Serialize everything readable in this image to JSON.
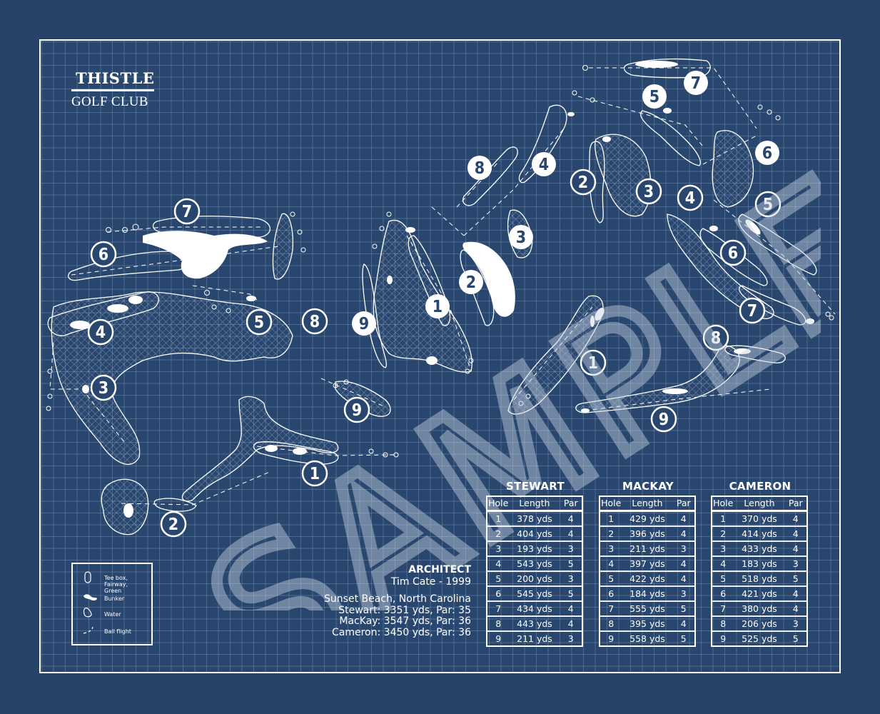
{
  "club": {
    "name": "THISTLE",
    "subtitle": "GOLF CLUB"
  },
  "colors": {
    "background": "#27436a",
    "paper": "#29466e",
    "ink": "#ffffff",
    "grid": "#aac3e6"
  },
  "watermark": "SAMPLE",
  "legend": {
    "items": [
      {
        "icon": "tee-fairway-green-icon",
        "label_line1": "Tee box, Fairway,",
        "label_line2": "Green"
      },
      {
        "icon": "bunker-icon",
        "label_line1": "Bunker"
      },
      {
        "icon": "water-icon",
        "label_line1": "Water"
      },
      {
        "icon": "ball-flight-icon",
        "label_line1": "Ball flight"
      }
    ]
  },
  "info": {
    "architect_heading": "ARCHITECT",
    "architect_value": "Tim Cate  -  1999",
    "location": "Sunset Beach, North Carolina",
    "summaries": [
      "Stewart: 3351 yds, Par: 35",
      "MacKay: 3547 yds, Par: 36",
      "Cameron: 3450 yds, Par: 36"
    ]
  },
  "courses": [
    {
      "name": "STEWART",
      "headers": {
        "hole": "Hole",
        "length": "Length",
        "par": "Par"
      },
      "rows": [
        {
          "hole": "1",
          "length": "378 yds",
          "par": "4"
        },
        {
          "hole": "2",
          "length": "404 yds",
          "par": "4"
        },
        {
          "hole": "3",
          "length": "193 yds",
          "par": "3"
        },
        {
          "hole": "4",
          "length": "543 yds",
          "par": "5"
        },
        {
          "hole": "5",
          "length": "200 yds",
          "par": "3"
        },
        {
          "hole": "6",
          "length": "545 yds",
          "par": "5"
        },
        {
          "hole": "7",
          "length": "434 yds",
          "par": "4"
        },
        {
          "hole": "8",
          "length": "443 yds",
          "par": "4"
        },
        {
          "hole": "9",
          "length": "211 yds",
          "par": "3"
        }
      ]
    },
    {
      "name": "MACKAY",
      "headers": {
        "hole": "Hole",
        "length": "Length",
        "par": "Par"
      },
      "rows": [
        {
          "hole": "1",
          "length": "429 yds",
          "par": "4"
        },
        {
          "hole": "2",
          "length": "396 yds",
          "par": "4"
        },
        {
          "hole": "3",
          "length": "211 yds",
          "par": "3"
        },
        {
          "hole": "4",
          "length": "397 yds",
          "par": "4"
        },
        {
          "hole": "5",
          "length": "422 yds",
          "par": "4"
        },
        {
          "hole": "6",
          "length": "184 yds",
          "par": "3"
        },
        {
          "hole": "7",
          "length": "555 yds",
          "par": "5"
        },
        {
          "hole": "8",
          "length": "395 yds",
          "par": "4"
        },
        {
          "hole": "9",
          "length": "558 yds",
          "par": "5"
        }
      ]
    },
    {
      "name": "CAMERON",
      "headers": {
        "hole": "Hole",
        "length": "Length",
        "par": "Par"
      },
      "rows": [
        {
          "hole": "1",
          "length": "370 yds",
          "par": "4"
        },
        {
          "hole": "2",
          "length": "414 yds",
          "par": "4"
        },
        {
          "hole": "3",
          "length": "433 yds",
          "par": "4"
        },
        {
          "hole": "4",
          "length": "183 yds",
          "par": "3"
        },
        {
          "hole": "5",
          "length": "518 yds",
          "par": "5"
        },
        {
          "hole": "6",
          "length": "421 yds",
          "par": "4"
        },
        {
          "hole": "7",
          "length": "380 yds",
          "par": "4"
        },
        {
          "hole": "8",
          "length": "206 yds",
          "par": "3"
        },
        {
          "hole": "9",
          "length": "525 yds",
          "par": "5"
        }
      ]
    }
  ],
  "hole_markers": [
    {
      "id": "w7",
      "number": "7",
      "style": "outline"
    },
    {
      "id": "w6",
      "number": "6",
      "style": "outline"
    },
    {
      "id": "w4",
      "number": "4",
      "style": "outline"
    },
    {
      "id": "w5",
      "number": "5",
      "style": "outline"
    },
    {
      "id": "w8",
      "number": "8",
      "style": "outline"
    },
    {
      "id": "w3",
      "number": "3",
      "style": "outline"
    },
    {
      "id": "w9",
      "number": "9",
      "style": "outline"
    },
    {
      "id": "w1",
      "number": "1",
      "style": "outline"
    },
    {
      "id": "w2",
      "number": "2",
      "style": "outline"
    },
    {
      "id": "c9",
      "number": "9",
      "style": "filled"
    },
    {
      "id": "c1",
      "number": "1",
      "style": "filled"
    },
    {
      "id": "c2",
      "number": "2",
      "style": "filled"
    },
    {
      "id": "c3",
      "number": "3",
      "style": "filled"
    },
    {
      "id": "c8",
      "number": "8",
      "style": "filled"
    },
    {
      "id": "c4",
      "number": "4",
      "style": "filled"
    },
    {
      "id": "c5",
      "number": "5",
      "style": "filled"
    },
    {
      "id": "c7",
      "number": "7",
      "style": "filled"
    },
    {
      "id": "c6",
      "number": "6",
      "style": "filled"
    },
    {
      "id": "e2",
      "number": "2",
      "style": "outline"
    },
    {
      "id": "e3",
      "number": "3",
      "style": "outline"
    },
    {
      "id": "e4",
      "number": "4",
      "style": "outline"
    },
    {
      "id": "e5",
      "number": "5",
      "style": "outline"
    },
    {
      "id": "e6",
      "number": "6",
      "style": "outline"
    },
    {
      "id": "e7",
      "number": "7",
      "style": "outline"
    },
    {
      "id": "e8",
      "number": "8",
      "style": "outline"
    },
    {
      "id": "e1",
      "number": "1",
      "style": "outline"
    },
    {
      "id": "e9",
      "number": "9",
      "style": "outline"
    }
  ]
}
